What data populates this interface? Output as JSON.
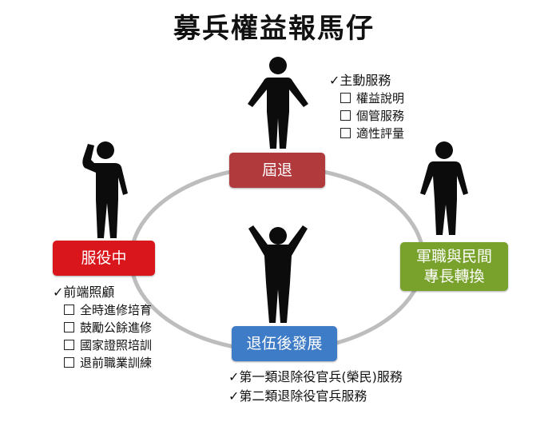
{
  "title": "募兵權益報馬仔",
  "colors": {
    "retire": "#b13a3d",
    "serving": "#d9161c",
    "transfer": "#78a22b",
    "discharge": "#3f7cc7",
    "figure": "#0c0c0c",
    "ring": "#bdbdbd"
  },
  "stages": {
    "retire": "屆退",
    "serving": "服役中",
    "transfer_line1": "軍職與民間",
    "transfer_line2": "專長轉換",
    "discharge": "退伍後發展"
  },
  "retire_list": {
    "head": "✓主動服務",
    "items": [
      "權益說明",
      "個管服務",
      "適性評量"
    ]
  },
  "serving_list": {
    "head": "✓前端照顧",
    "items": [
      "全時進修培育",
      "鼓勵公餘進修",
      "國家證照培訓",
      "退前職業訓練"
    ]
  },
  "discharge_list": {
    "items": [
      "✓第一類退除役官兵(榮民)服務",
      "✓第二類退除役官兵服務"
    ]
  },
  "icons": {
    "retire_figure": "standing-person-icon",
    "serving_figure": "saluting-person-icon",
    "transfer_figure": "standing-person-icon",
    "discharge_figure": "cheering-person-icon"
  }
}
